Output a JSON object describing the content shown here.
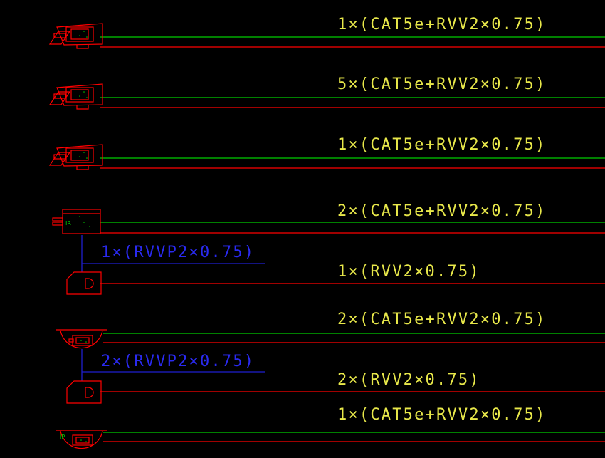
{
  "canvas": {
    "background": "#000000"
  },
  "colors": {
    "data_line": "#00cc00",
    "power_line": "#ff0000",
    "cable_label": "#e8e84a",
    "branch_line": "#1f1fcf",
    "branch_label": "#2a2af0",
    "device": "#ff0000"
  },
  "runs": [
    {
      "label": "1×(CAT5e+RVV2×0.75)",
      "device": "camera-icon",
      "lines": [
        "data",
        "power"
      ]
    },
    {
      "label": "5×(CAT5e+RVV2×0.75)",
      "device": "camera-icon",
      "lines": [
        "data",
        "power"
      ]
    },
    {
      "label": "1×(CAT5e+RVV2×0.75)",
      "device": "camera-icon",
      "lines": [
        "data",
        "power"
      ]
    },
    {
      "label": "2×(CAT5e+RVV2×0.75)",
      "device": "ir-camera-icon",
      "device_text": "IR",
      "lines": [
        "data",
        "power"
      ]
    },
    {
      "label": "1×(RVV2×0.75)",
      "device": "pan-tilt-controller-icon",
      "lines": [
        "power"
      ]
    },
    {
      "label": "2×(CAT5e+RVV2×0.75)",
      "device": "dome-camera-icon",
      "lines": [
        "data",
        "power"
      ]
    },
    {
      "label": "2×(RVV2×0.75)",
      "device": "pan-tilt-controller-icon",
      "lines": [
        "power"
      ]
    },
    {
      "label": "1×(CAT5e+RVV2×0.75)",
      "device": "ip-dome-camera-icon",
      "device_text": "IP",
      "lines": [
        "data",
        "power"
      ]
    }
  ],
  "branches": [
    {
      "label": "1×(RVVP2×0.75)"
    },
    {
      "label": "2×(RVVP2×0.75)"
    }
  ]
}
